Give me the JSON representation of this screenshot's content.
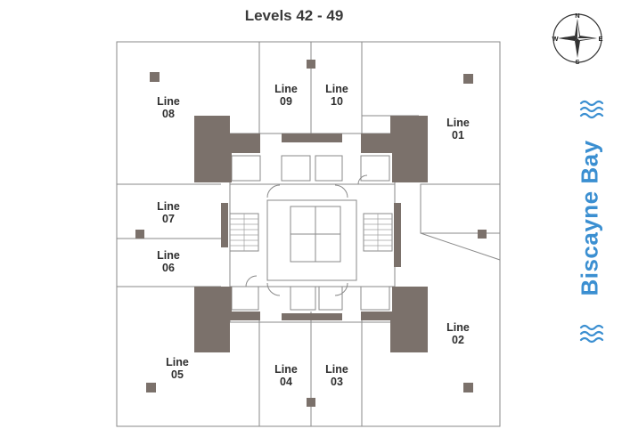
{
  "title": "Levels 42 - 49",
  "units": [
    {
      "line": "Line",
      "num": "01"
    },
    {
      "line": "Line",
      "num": "02"
    },
    {
      "line": "Line",
      "num": "03"
    },
    {
      "line": "Line",
      "num": "04"
    },
    {
      "line": "Line",
      "num": "05"
    },
    {
      "line": "Line",
      "num": "06"
    },
    {
      "line": "Line",
      "num": "07"
    },
    {
      "line": "Line",
      "num": "08"
    },
    {
      "line": "Line",
      "num": "09"
    },
    {
      "line": "Line",
      "num": "10"
    }
  ],
  "waterfront_label": "Biscayne Bay",
  "compass": {
    "n": "N",
    "s": "S",
    "e": "E",
    "w": "W"
  },
  "colors": {
    "wall": "#7b716b",
    "line": "#8a8a8a",
    "water": "#3b8fd1",
    "text": "#2f2f2f"
  }
}
